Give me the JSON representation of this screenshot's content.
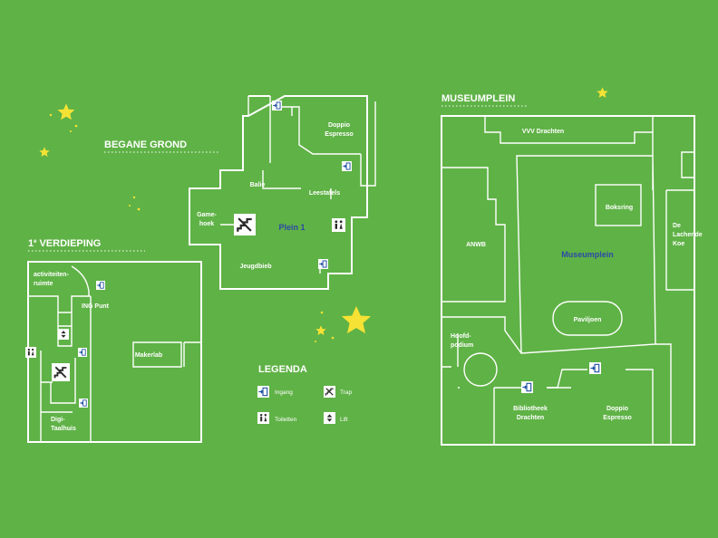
{
  "headings": {
    "begane_grond": "BEGANE GROND",
    "eerste_verdieping_num": "1",
    "eerste_verdieping_sup": "e",
    "eerste_verdieping_text": "VERDIEPING",
    "museumplein": "MUSEUMPLEIN",
    "legenda": "LEGENDA"
  },
  "ground_floor": {
    "plein": "Plein 1",
    "balie": "Balie",
    "doppio_line1": "Doppio",
    "doppio_line2": "Espresso",
    "leestafels": "Leestafels",
    "gamehoek_line1": "Game-",
    "gamehoek_line2": "hoek",
    "jeugdbieb": "Jeugdbieb"
  },
  "first_floor": {
    "activiteiten_line1": "activiteiten-",
    "activiteiten_line2": "ruimte",
    "ing_punt": "ING Punt",
    "makerlab": "Makerlab",
    "digi_line1": "Digi-",
    "digi_line2": "Taalhuis"
  },
  "museum": {
    "vvv": "VVV Drachten",
    "boksring": "Boksring",
    "lachende_line1": "De",
    "lachende_line2": "Lachende",
    "lachende_line3": "Koe",
    "anwb": "ANWB",
    "museumplein": "Museumplein",
    "paviljoen": "Paviljoen",
    "hoofdpodium_line1": "Hoofd-",
    "hoofdpodium_line2": "podium",
    "bibliotheek_line1": "Bibliotheek",
    "bibliotheek_line2": "Drachten",
    "doppio_line1": "Doppio",
    "doppio_line2": "Espresso"
  },
  "legend": {
    "ingang": "Ingang",
    "trap": "Trap",
    "toiletten": "Toiletten",
    "lift": "Lift"
  },
  "icons": {
    "entrance": "entrance-icon",
    "stairs": "stairs-icon",
    "toilets": "toilets-icon",
    "lift": "lift-icon",
    "star": "star-icon"
  },
  "colors": {
    "background": "#5fb246",
    "lines": "#ffffff",
    "accent_text": "#2d4aa6",
    "stars": "#f5e234"
  }
}
